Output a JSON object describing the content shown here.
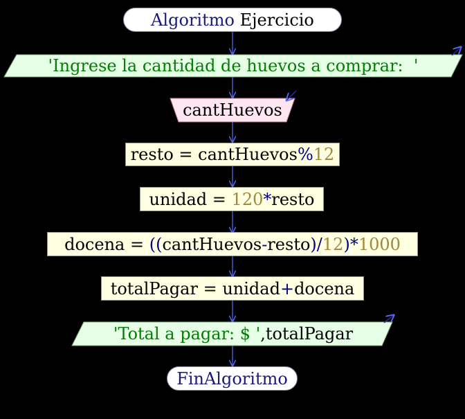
{
  "flowchart": {
    "start": {
      "keyword": "Algoritmo",
      "name": "Ejercicio"
    },
    "output1": {
      "text": "'Ingrese la cantidad de huevos a comprar:  '"
    },
    "input1": {
      "variable": "cantHuevos"
    },
    "assign1": {
      "lhs": "resto",
      "eq": " = ",
      "expr_var": "cantHuevos",
      "op": "%",
      "num": "12"
    },
    "assign2": {
      "lhs": "unidad",
      "eq": " = ",
      "num": "120",
      "op": "*",
      "expr_var": "resto"
    },
    "assign3": {
      "lhs": "docena",
      "eq": " = ",
      "open": "((",
      "var1": "cantHuevos",
      "minus": "-",
      "var2": "resto",
      "close1": ")",
      "div": "/",
      "num1": "12",
      "close2": ")",
      "mul": "*",
      "num2": "1000"
    },
    "assign4": {
      "lhs": "totalPagar",
      "eq": " = ",
      "var1": "unidad",
      "plus": "+",
      "var2": "docena"
    },
    "output2": {
      "text": "'Total a pagar: $ '",
      "sep": ",",
      "variable": "totalPagar"
    },
    "end": {
      "keyword": "FinAlgoritmo"
    }
  },
  "colors": {
    "background": "#000000",
    "process_fill": "#ffffe1",
    "io_output_fill": "#e6ffe6",
    "io_input_fill": "#ffe6f0",
    "terminal_fill": "#ffffff",
    "arrow": "#5a6cff",
    "keyword": "#00007f",
    "number": "#a0883e",
    "string": "#007f00"
  }
}
